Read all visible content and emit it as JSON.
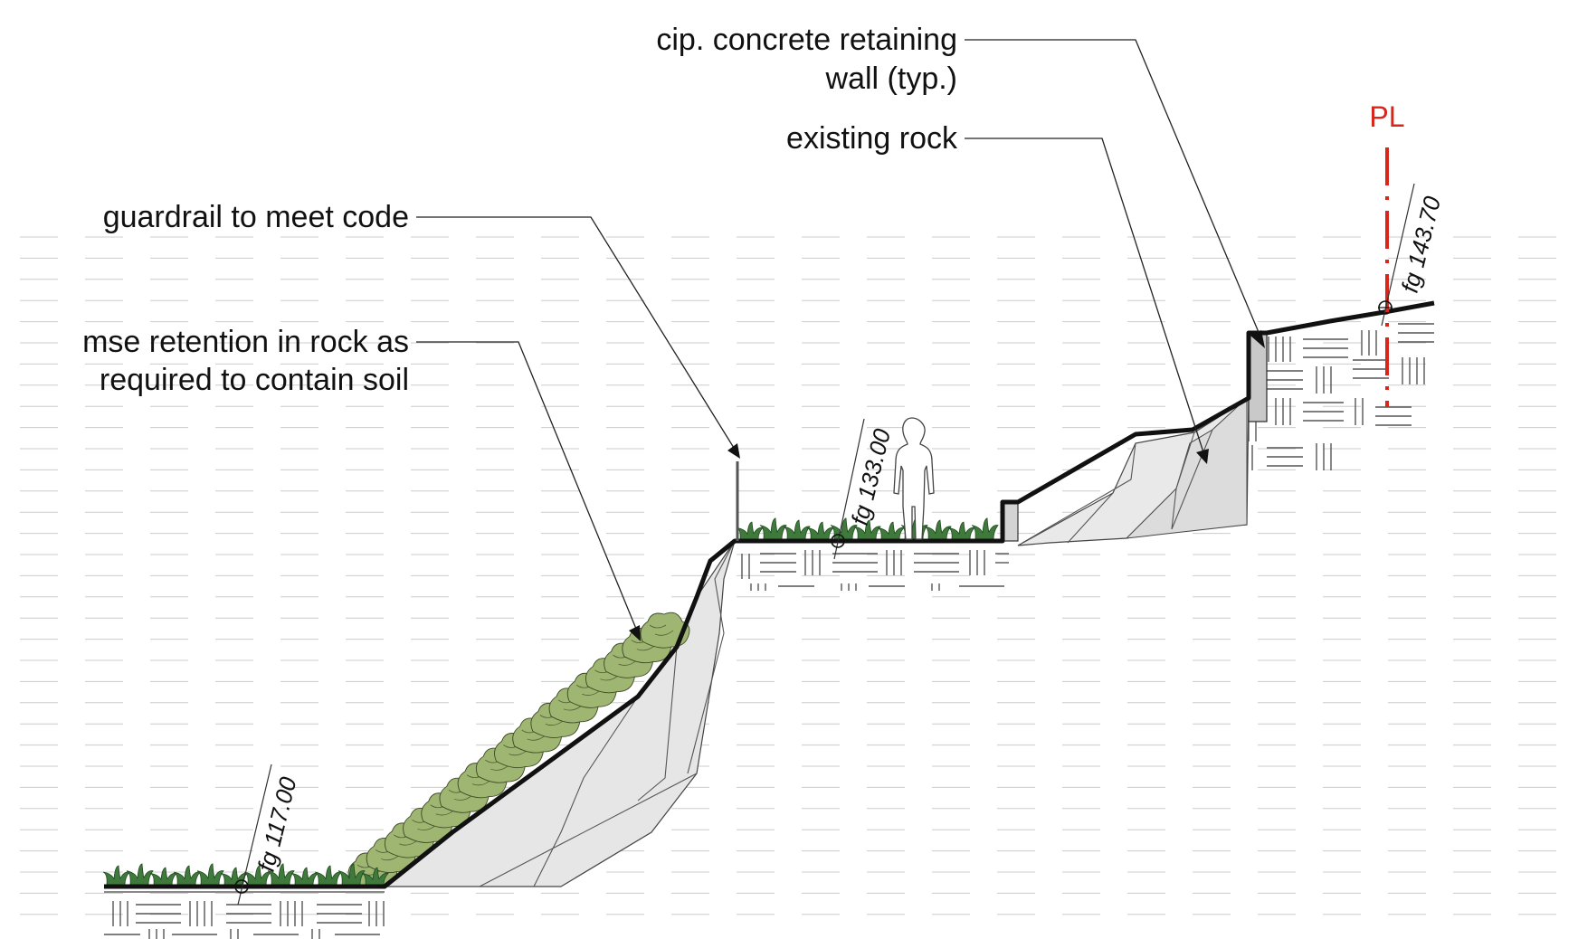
{
  "annotations": {
    "retaining_wall_line1": "cip. concrete retaining",
    "retaining_wall_line2": "wall (typ.)",
    "existing_rock": "existing rock",
    "guardrail": "guardrail to meet code",
    "mse_line1": "mse retention in rock as",
    "mse_line2": "required to contain soil"
  },
  "property_line": {
    "label": "PL",
    "color": "#d8261b"
  },
  "grades": {
    "lower": "fg 117.00",
    "middle": "fg 133.00",
    "upper": "fg 143.70"
  },
  "colors": {
    "rock_fill": "#e6e6e6",
    "rock_face": "#cfcfcf",
    "planting_green": "#3f7a3c",
    "slope_planting": "#9fb572",
    "wall_fill": "#c9c9c9",
    "grade_line": "#111111"
  },
  "icons": {
    "human_figure": "person-silhouette-icon",
    "grade_marker": "circle-crosshair-icon"
  }
}
